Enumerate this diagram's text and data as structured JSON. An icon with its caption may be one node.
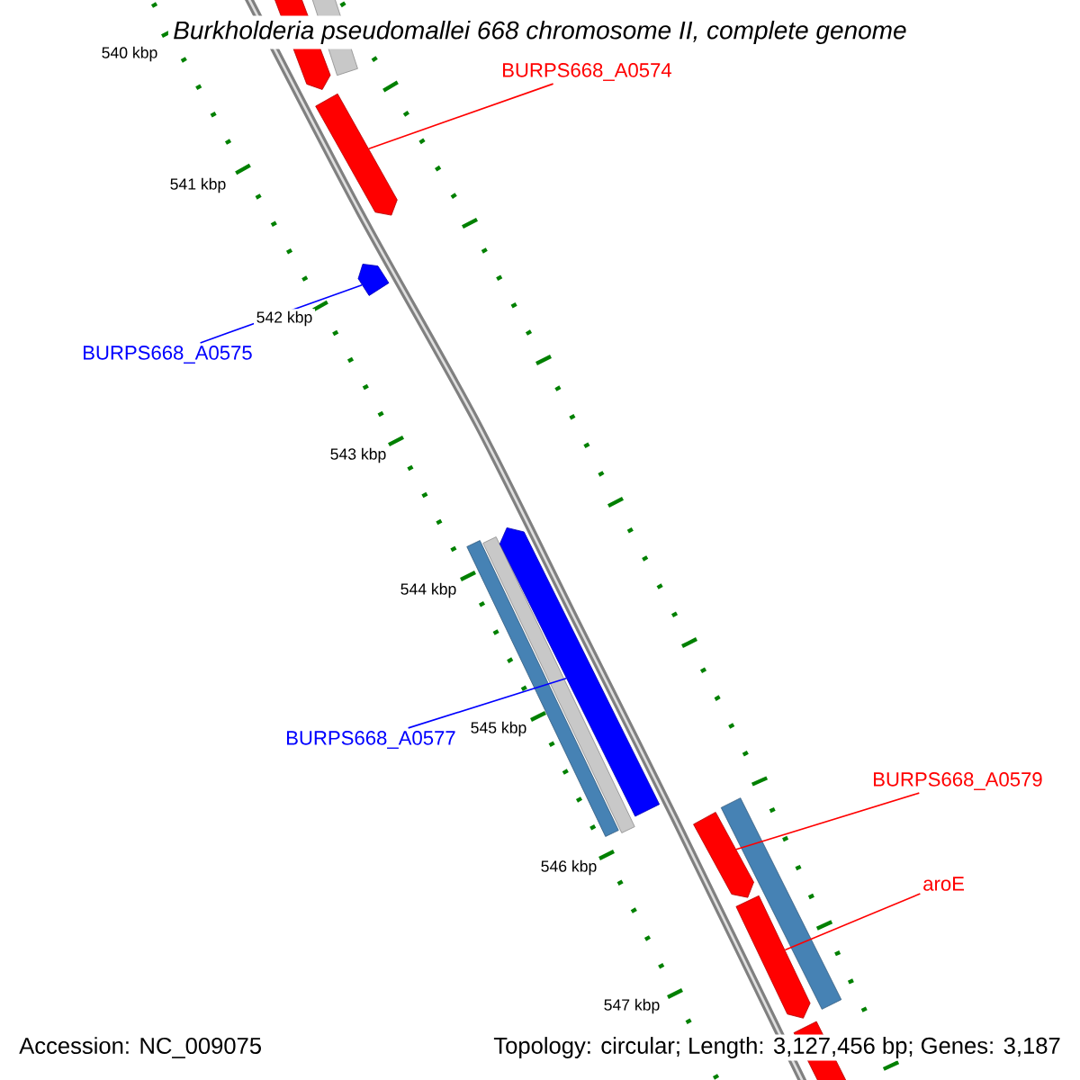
{
  "diagram": {
    "title": "*Burkholderia pseudomallei* 668 chromosome II, complete genome",
    "nodes": [
      {
        "text": [],
        "shape": "pentagon"
      },
      {
        "text": [],
        "shape": "bar"
      },
      {
        "text": [
          "BURPS668_A0574"
        ]
      },
      {
        "text": [],
        "shape": "pentagon"
      },
      {
        "text": [],
        "shape": "pentagon"
      },
      {
        "text": [
          "BURPS668_A0575"
        ]
      },
      {
        "text": [],
        "shape": "bar"
      },
      {
        "text": [],
        "shape": "bar"
      },
      {
        "text": [],
        "shape": "pentagon"
      },
      {
        "text": [
          "BURPS668_A0577"
        ]
      },
      {
        "text": [
          "BURPS668_A0579"
        ]
      },
      {
        "text": [],
        "shape": "bar"
      },
      {
        "text": [],
        "shape": "pentagon"
      },
      {
        "text": [
          "aroE"
        ]
      },
      {
        "text": [],
        "shape": "pentagon"
      },
      {
        "text": [],
        "shape": "pentagon"
      }
    ],
    "edges": [
      {
        "from": 2,
        "to": 3,
        "arrow": "none"
      },
      {
        "from": 5,
        "to": 4,
        "arrow": "none",
        "color": "#0000ff"
      },
      {
        "from": 9,
        "to": 8,
        "arrow": "none",
        "color": "#0000ff"
      },
      {
        "from": 10,
        "to": 12,
        "arrow": "none"
      },
      {
        "from": 13,
        "to": 14,
        "arrow": "none"
      }
    ],
    "labels": [
      "540 kbp",
      "541 kbp",
      "542 kbp",
      "543 kbp",
      "544 kbp",
      "545 kbp",
      "546 kbp",
      "547 kbp",
      "Accession: NC_009075",
      "Topology: circular; Length: 3,127,456 bp; Genes: 3,187"
    ]
  }
}
